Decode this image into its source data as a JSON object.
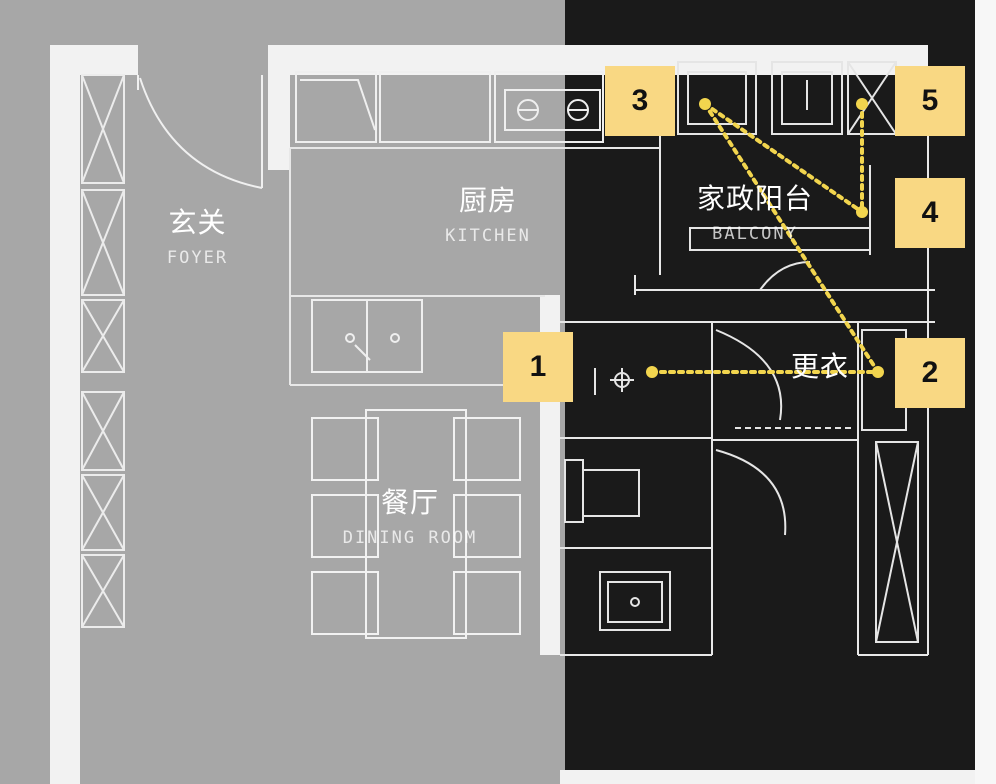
{
  "colors": {
    "light_zone": "#a7a7a7",
    "dark_zone": "#1a1a1a",
    "outer_frame": "#f0f0f0",
    "badge_fill": "#f9d883",
    "path_color": "#f2d54e",
    "line_color": "#e6e6e6"
  },
  "rooms": {
    "foyer": {
      "cn": "玄关",
      "en": "FOYER"
    },
    "kitchen": {
      "cn": "厨房",
      "en": "KITCHEN"
    },
    "dining": {
      "cn": "餐厅",
      "en": "DINING ROOM"
    },
    "balcony": {
      "cn": "家政阳台",
      "en": "BALCONY"
    },
    "dressing": {
      "cn": "更衣"
    }
  },
  "badges": [
    {
      "id": "1",
      "label": "1"
    },
    {
      "id": "2",
      "label": "2"
    },
    {
      "id": "3",
      "label": "3"
    },
    {
      "id": "4",
      "label": "4"
    },
    {
      "id": "5",
      "label": "5"
    }
  ],
  "paths": [
    {
      "from": "1",
      "to": "2",
      "style": "dotted"
    },
    {
      "from": "3",
      "to": "2",
      "style": "dotted"
    },
    {
      "from": "3",
      "to": "4",
      "style": "dotted"
    },
    {
      "from": "5",
      "to": "4",
      "style": "dotted"
    }
  ],
  "icons": [
    "door-swing-icon",
    "sink-icon",
    "stove-icon",
    "washing-machine-icon",
    "toilet-icon",
    "wash-basin-icon",
    "faucet-icon",
    "dining-chair-icon",
    "wardrobe-icon"
  ]
}
